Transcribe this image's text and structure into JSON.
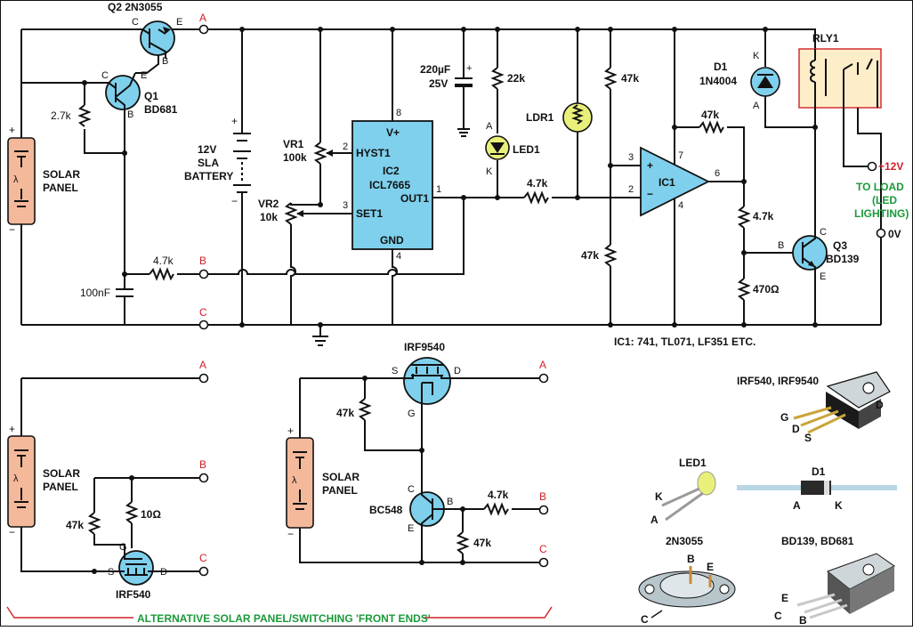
{
  "terminals": {
    "a": "A",
    "b": "B",
    "c": "C"
  },
  "components": {
    "q2": "Q2 2N3055",
    "q1_name": "Q1",
    "q1_type": "BD681",
    "r_2k7": "2.7k",
    "solar_panel": [
      "SOLAR",
      "PANEL"
    ],
    "lambda": "λ",
    "c_100n": "100nF",
    "r_4k7": "4.7k",
    "battery": [
      "12V",
      "SLA",
      "BATTERY"
    ],
    "vr1": [
      "VR1",
      "100k"
    ],
    "vr2": [
      "VR2",
      "10k"
    ],
    "ic2": {
      "vplus": "V+",
      "hyst": "HYST1",
      "name": "IC2",
      "part": "ICL7665",
      "out": "OUT1",
      "set": "SET1",
      "gnd": "GND",
      "pins": {
        "p8": "8",
        "p2": "2",
        "p3": "3",
        "p1": "1",
        "p4": "4"
      }
    },
    "cap_220": [
      "220µF",
      "25V"
    ],
    "r_22k": "22k",
    "led1": "LED1",
    "ldr1": "LDR1",
    "r_47k": "47k",
    "ic1": {
      "name": "IC1",
      "pins": {
        "p3": "3",
        "p2": "2",
        "p7": "7",
        "p4": "4",
        "p6": "6"
      }
    },
    "d1": [
      "D1",
      "1N4004"
    ],
    "rly1": "RLY1",
    "r_470": "470Ω",
    "q3": [
      "Q3",
      "BD139"
    ],
    "plus12": "+12V",
    "to_load": [
      "TO LOAD",
      "(LED",
      "LIGHTING)"
    ],
    "zero_v": "0V",
    "ic1_note": "IC1: 741, TL071, LF351 ETC.",
    "irf9540": "IRF9540",
    "irf540": "IRF540",
    "bc548": "BC548",
    "r_10": "10Ω",
    "pin_letters": {
      "c": "C",
      "b": "B",
      "e": "E",
      "k": "K",
      "a": "A",
      "s": "S",
      "d": "D",
      "g": "G"
    },
    "plus_sign": "+",
    "minus_sign": "−"
  },
  "pinouts": {
    "mosfet": "IRF540, IRF9540",
    "led": "LED1",
    "diode": "D1",
    "t2n3055": "2N3055",
    "bd": "BD139, BD681"
  },
  "footer": "ALTERNATIVE SOLAR PANEL/SWITCHING 'FRONT ENDS'",
  "colors": {
    "accent_red": "#d0202a",
    "label_green": "#1a9a3a",
    "ic_blue": "#7fd0ec",
    "panel_pink": "#f4b99a",
    "relay_bg": "#fdeec9",
    "led_yellow": "#e9f07a"
  }
}
